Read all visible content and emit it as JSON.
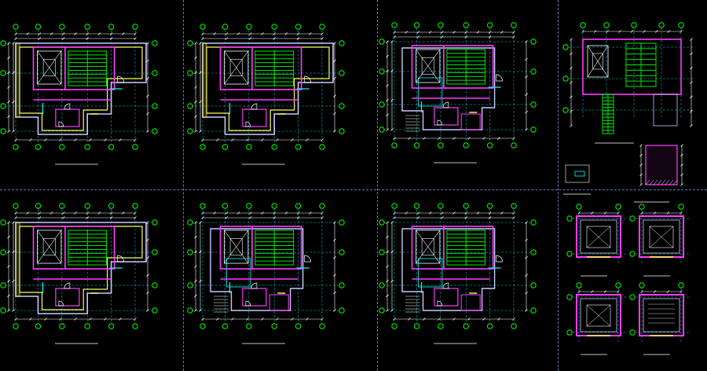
{
  "drawing": {
    "colors": {
      "background": "#000000",
      "wall": "#c8c8ff",
      "wall_alt": "#ff3cff",
      "stair": "#00e600",
      "axis_bubble": "#00ff00",
      "axis_line": "#00ffff",
      "dimension": "#ffffff",
      "hatch": "#ffff55",
      "door": "#ffffff",
      "title": "#ffffff",
      "separator": "#5a7dbf"
    },
    "panels": [
      {
        "id": "plan-1",
        "kind": "plan-with-hatch",
        "title": "",
        "scale": ""
      },
      {
        "id": "plan-2",
        "kind": "plan-with-hatch",
        "title": "",
        "scale": ""
      },
      {
        "id": "plan-3",
        "kind": "plan-detailed",
        "title": "",
        "scale": ""
      },
      {
        "id": "plan-4",
        "kind": "section-and-details",
        "title": "",
        "scale": ""
      },
      {
        "id": "plan-5",
        "kind": "plan-with-hatch",
        "title": "",
        "scale": ""
      },
      {
        "id": "plan-6",
        "kind": "plan-detailed",
        "title": "",
        "scale": ""
      },
      {
        "id": "plan-7",
        "kind": "plan-detailed",
        "title": "",
        "scale": ""
      },
      {
        "id": "plan-8",
        "kind": "shaft-details",
        "title": "",
        "scale": ""
      }
    ]
  }
}
